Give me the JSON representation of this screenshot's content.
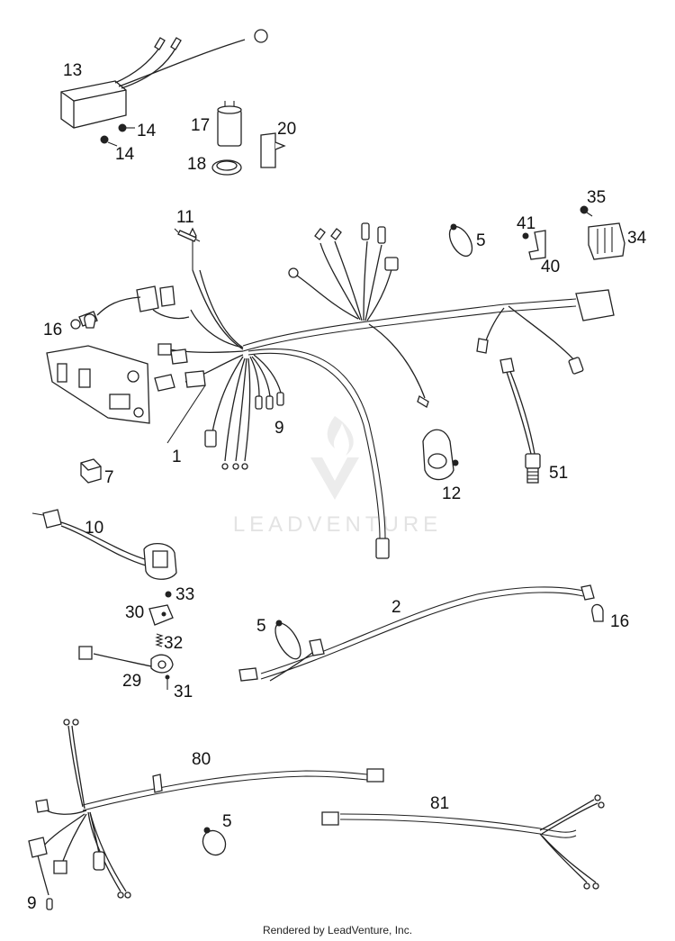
{
  "callouts": {
    "p13": "13",
    "p14a": "14",
    "p14b": "14",
    "p17": "17",
    "p18": "18",
    "p20": "20",
    "p11": "11",
    "p5a": "5",
    "p35": "35",
    "p41": "41",
    "p34": "34",
    "p40": "40",
    "p16a": "16",
    "p1": "1",
    "p9a": "9",
    "p7": "7",
    "p12": "12",
    "p51": "51",
    "p10": "10",
    "p33": "33",
    "p30": "30",
    "p32": "32",
    "p29": "29",
    "p31": "31",
    "p2": "2",
    "p16b": "16",
    "p5b": "5",
    "p80": "80",
    "p81": "81",
    "p5c": "5",
    "p9b": "9"
  },
  "watermark": "LEADVENTURE",
  "footer": "Rendered by LeadVenture, Inc."
}
